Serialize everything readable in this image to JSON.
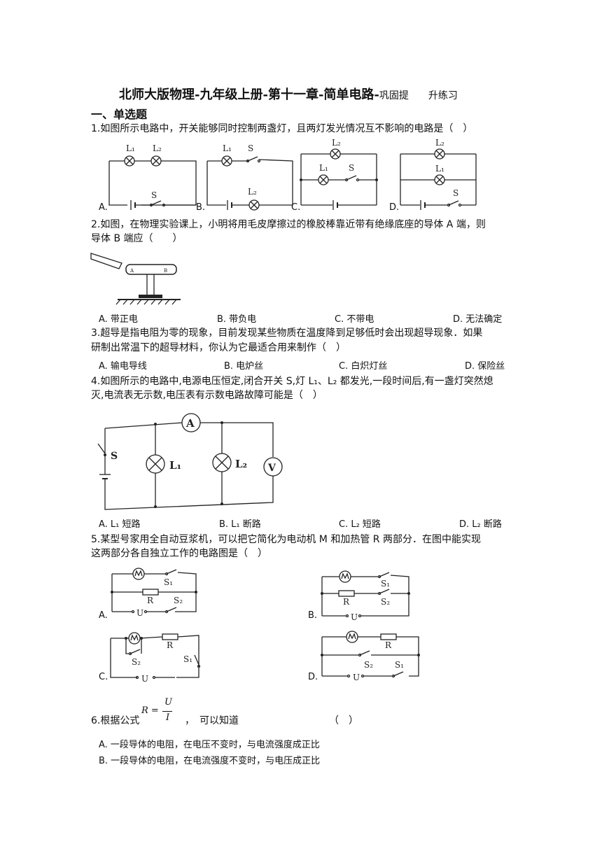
{
  "header": {
    "title_main": "北师大版物理-九年级上册-第十一章-简单电路-",
    "title_suffix": "巩固提　　升练习"
  },
  "section1": {
    "heading": "一、单选题"
  },
  "questions": {
    "q1": {
      "line1": "1.如图所示电路中，开关能够同时控制两盏灯，且两灯发光情况互不影响的电路是（　）",
      "options": [
        "A.",
        "B.",
        "C.",
        "D."
      ],
      "labels": {
        "L1": "L₁",
        "L2": "L₂",
        "S": "S"
      }
    },
    "q2": {
      "line1": "2.如图，在物理实验课上，小明将用毛皮摩擦过的橡胶棒靠近带有绝缘底座的导体 A 端，则",
      "line2": "导体 B 端应（　　）",
      "figure": {
        "A": "A",
        "B": "B"
      },
      "options": [
        "A. 带正电",
        "B. 带负电",
        "C. 不带电",
        "D. 无法确定"
      ]
    },
    "q3": {
      "line1": "3.超导是指电阻为零的现象，目前发现某些物质在温度降到足够低时会出现超导现象．如果",
      "line2": "研制出常温下的超导材料，你认为它最适合用来制作（　）",
      "options": [
        "A. 输电导线",
        "B. 电炉丝",
        "C. 白炽灯丝",
        "D. 保险丝"
      ]
    },
    "q4": {
      "line1": "4.如图所示的电路中,电源电压恒定,闭合开关 S,灯 L₁、L₂ 都发光,一段时间后,有一盏灯突然熄",
      "line2": "灭,电流表无示数,电压表有示数电路故障可能是（　）",
      "figure": {
        "A": "A",
        "V": "V",
        "S": "S",
        "L1": "L₁",
        "L2": "L₂"
      },
      "options": [
        "A. L₁ 短路",
        "B. L₁ 断路",
        "C. L₂ 短路",
        "D. L₂ 断路"
      ]
    },
    "q5": {
      "line1": "5.某型号家用全自动豆浆机，可以把它简化为电动机 M 和加热管 R 两部分．在图中能实现",
      "line2": "这两部分各自独立工作的电路图是（　）",
      "options": [
        "A.",
        "B.",
        "C.",
        "D."
      ],
      "labels": {
        "M": "M",
        "R": "R",
        "U": "U",
        "S1": "S₁",
        "S2": "S₂"
      }
    },
    "q6": {
      "prefix": "6.根据公式",
      "formula": {
        "lhs": "R =",
        "num": "U",
        "den": "I"
      },
      "suffix": "，　可以知道",
      "paren": "（　）",
      "options": [
        "A. 一段导体的电阻，在电压不变时，与电流强度成正比",
        "B. 一段导体的电阻，在电流强度不变时，与电压成正比"
      ]
    }
  }
}
